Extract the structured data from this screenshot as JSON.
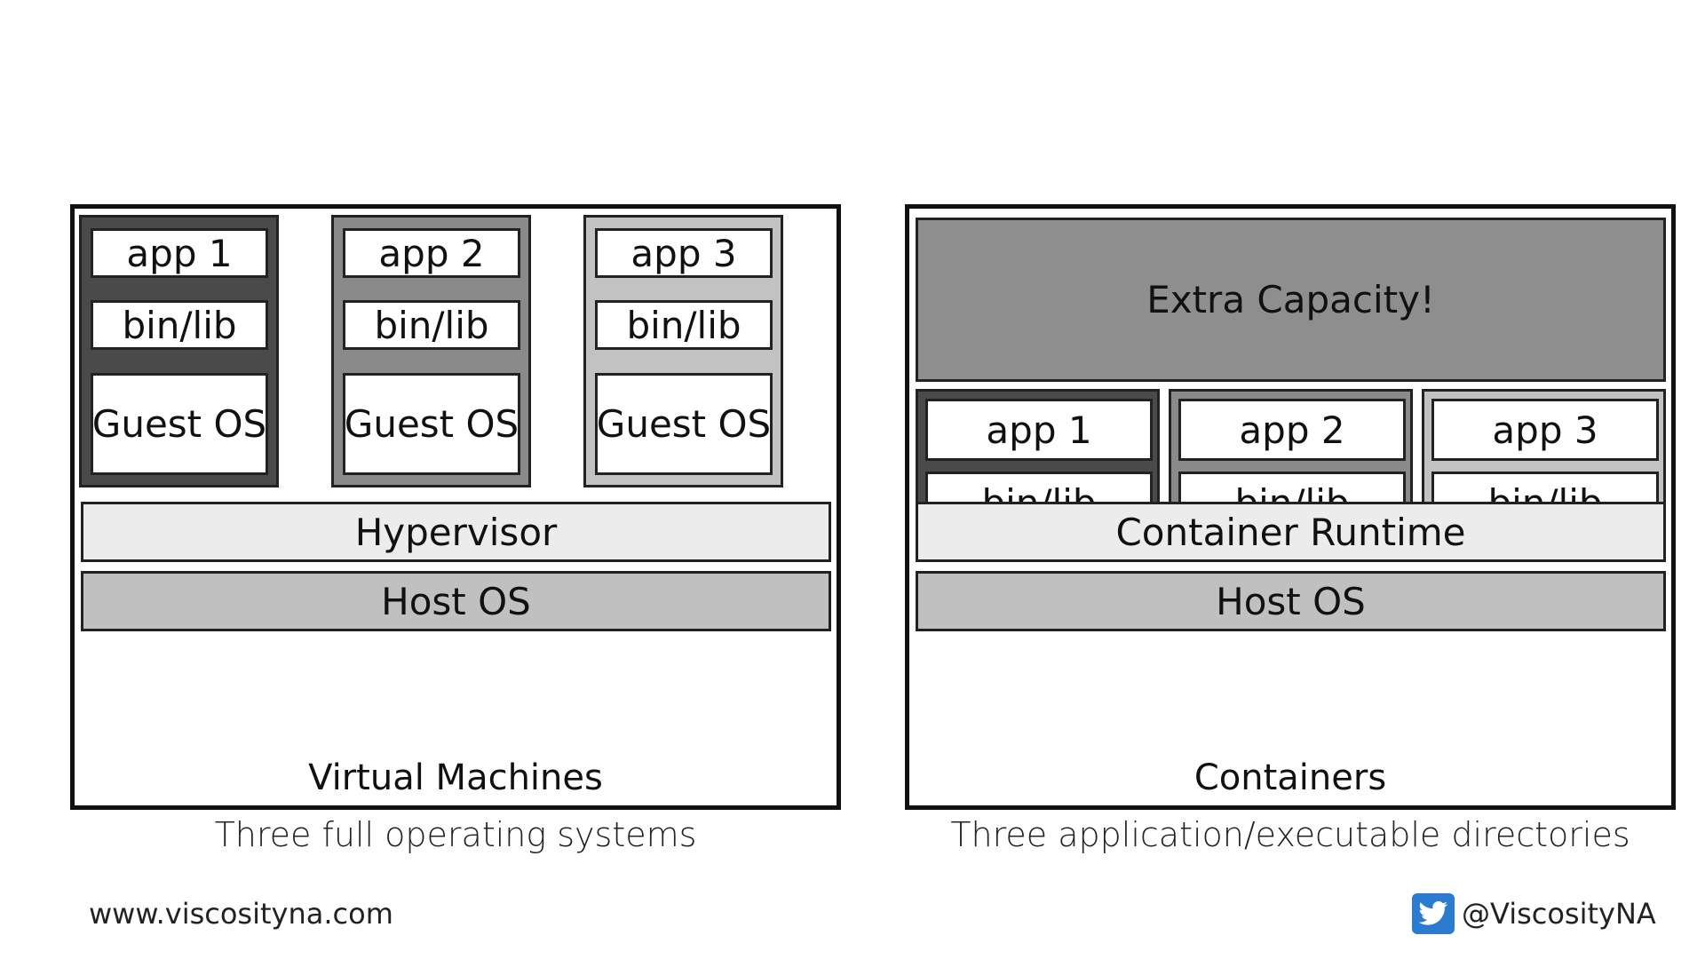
{
  "vm": {
    "title": "Virtual Machines",
    "caption": "Three full operating systems",
    "columns": [
      {
        "app": "app 1",
        "binlib": "bin/lib",
        "os": "Guest OS"
      },
      {
        "app": "app 2",
        "binlib": "bin/lib",
        "os": "Guest OS"
      },
      {
        "app": "app 3",
        "binlib": "bin/lib",
        "os": "Guest OS"
      }
    ],
    "hypervisor": "Hypervisor",
    "host_os": "Host OS"
  },
  "containers": {
    "title": "Containers",
    "caption": "Three application/executable directories",
    "extra": "Extra Capacity!",
    "columns": [
      {
        "app": "app 1",
        "binlib": "bin/lib"
      },
      {
        "app": "app 2",
        "binlib": "bin/lib"
      },
      {
        "app": "app 3",
        "binlib": "bin/lib"
      }
    ],
    "runtime": "Container Runtime",
    "host_os": "Host OS"
  },
  "footer": {
    "website": "www.viscositynа.com",
    "twitter_handle": "@ViscosityNA",
    "twitter_icon": "twitter-bird-icon"
  },
  "colors": {
    "column_1": "#4a4a4a",
    "column_2": "#8a8a8a",
    "column_3": "#c2c2c2",
    "hypervisor": "#ececec",
    "host_os": "#c0c0c0",
    "extra_capacity": "#8e8e8e",
    "twitter_blue": "#2b7bd0"
  }
}
